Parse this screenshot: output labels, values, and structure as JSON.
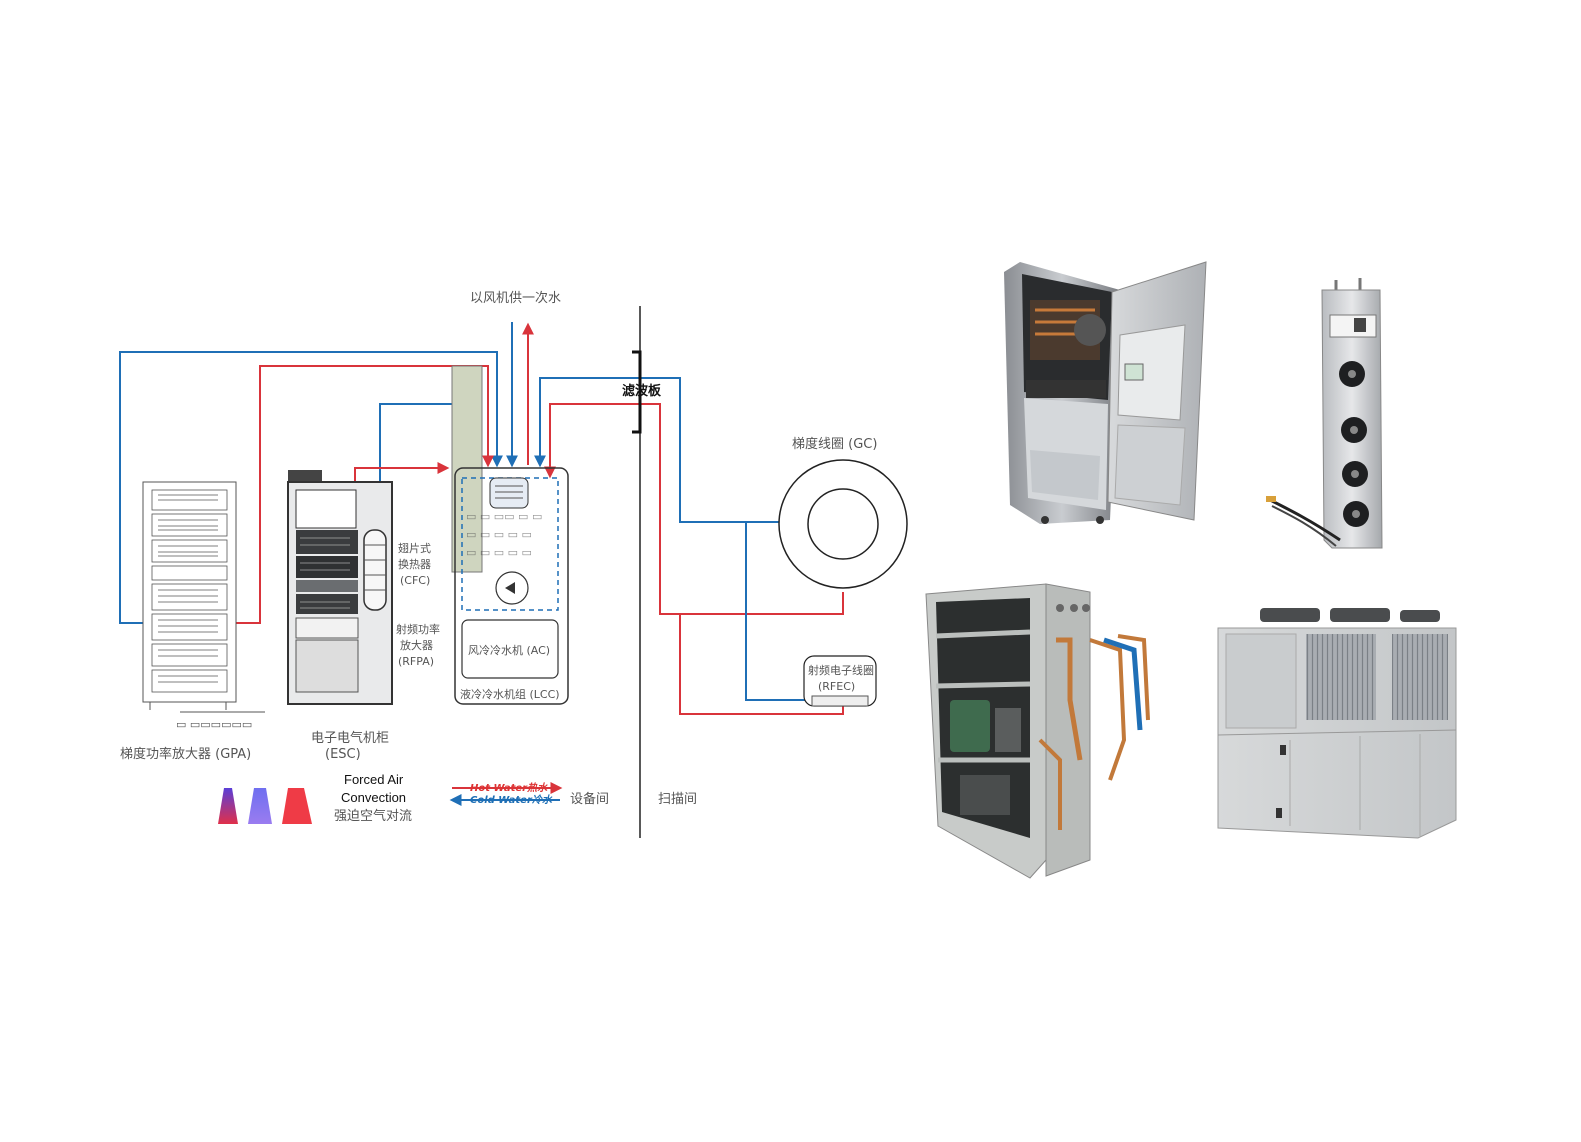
{
  "diagram": {
    "top_label": "以风机供一次水",
    "filter_panel_label": "滤波板",
    "gpa_label": "梯度功率放大器 (GPA)",
    "esc_label_1": "电子电气机柜",
    "esc_label_2": "(ESC)",
    "cfc_label_1": "翅片式",
    "cfc_label_2": "换热器",
    "cfc_label_3": "(CFC)",
    "rfpa_label_1": "射频功率",
    "rfpa_label_2": "放大器",
    "rfpa_label_3": "(RFPA)",
    "lcc_inner_label": "风冷冷水机 (AC)",
    "lcc_label": "液冷冷水机组 (LCC)",
    "gc_label": "梯度线圈 (GC)",
    "rfec_label_1": "射频电子线圈",
    "rfec_label_2": "(RFEC)",
    "forced_air_en_1": "Forced Air",
    "forced_air_en_2": "Convection",
    "forced_air_cn": "强迫空气对流",
    "hot_water_label": "Hot Water热水",
    "cold_water_label": "Cold Water冷水",
    "equipment_room": "设备间",
    "scan_room": "扫描间"
  },
  "colors": {
    "hot": "#d9343b",
    "cold": "#1f6fb6",
    "outline": "#333333"
  },
  "photos": {
    "photo_1": "open-cabinet-unit",
    "photo_2": "wall-mounted-fan-unit",
    "photo_3": "open-chiller-unit-with-piping",
    "photo_4": "air-cooled-chiller-unit"
  }
}
